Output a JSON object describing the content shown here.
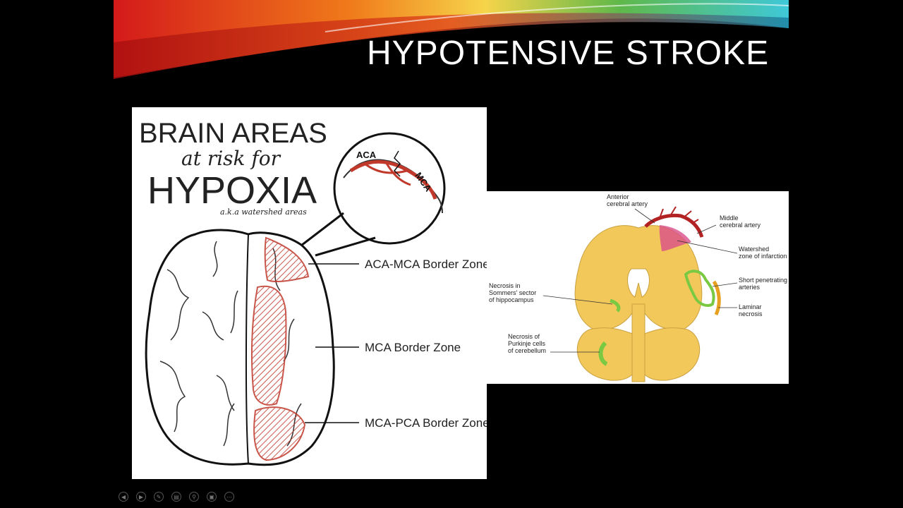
{
  "slide": {
    "title": "HYPOTENSIVE STROKE"
  },
  "left_figure": {
    "heading_line1": "BRAIN AREAS",
    "heading_line2": "at risk for",
    "heading_line3": "HYPOXIA",
    "heading_line4": "a.k.a watershed areas",
    "inset_aca": "ACA",
    "inset_mca": "MCA",
    "zone1": "ACA-MCA Border Zone",
    "zone2": "MCA Border Zone",
    "zone3": "MCA-PCA Border Zone"
  },
  "right_figure": {
    "anterior": "Anterior\ncerebral artery",
    "middle": "Middle\ncerebral artery",
    "watershed": "Watershed\nzone of infarction",
    "short": "Short penetrating\narteries",
    "laminar": "Laminar\nnecrosis",
    "sommers": "Necrosis in\nSommers' sector\nof hippocampus",
    "purkinje": "Necrosis of\nPurkinje cells\nof cerebellum"
  },
  "controls": [
    "prev-icon",
    "next-icon",
    "pen-icon",
    "slides-icon",
    "zoom-icon",
    "subtitles-icon",
    "more-icon"
  ],
  "colors": {
    "accent_red": "#c0392b",
    "brain_yellow": "#f3c85a",
    "infarct_pink": "#d94f8a",
    "necrosis_green": "#7ac943"
  }
}
